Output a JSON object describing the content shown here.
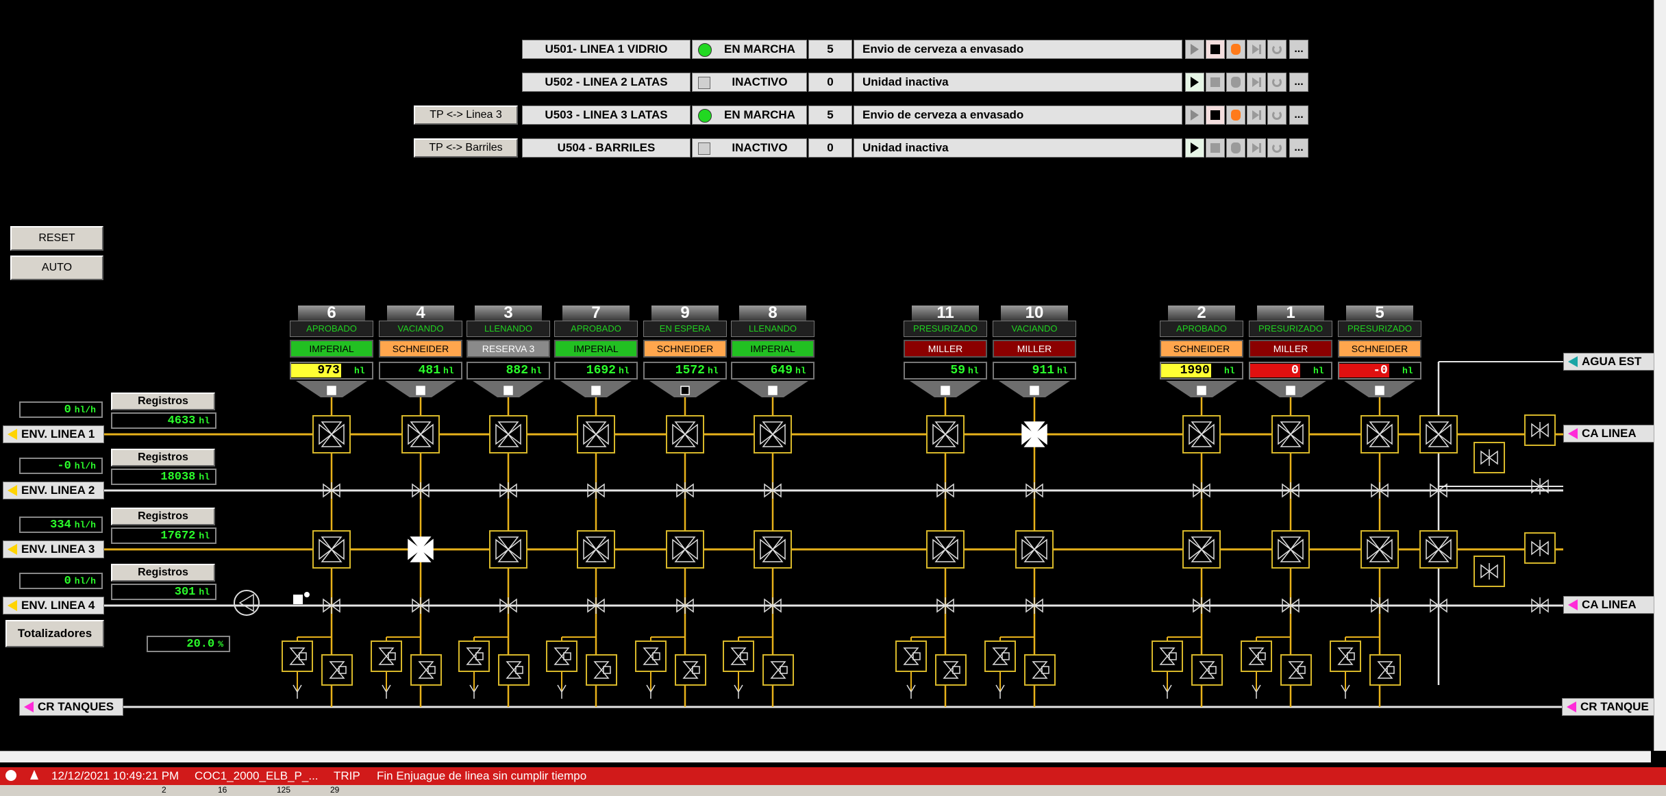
{
  "units": [
    {
      "name": "U501- LINEA 1 VIDRIO",
      "state": "EN MARCHA",
      "running": true,
      "count": "5",
      "message": "Envio de cerveza a envasado",
      "tp_label": ""
    },
    {
      "name": "U502 - LINEA 2 LATAS",
      "state": "INACTIVO",
      "running": false,
      "count": "0",
      "message": "Unidad inactiva",
      "tp_label": ""
    },
    {
      "name": "U503 - LINEA 3 LATAS",
      "state": "EN MARCHA",
      "running": true,
      "count": "5",
      "message": "Envio de cerveza a envasado",
      "tp_label": "TP <-> Linea 3"
    },
    {
      "name": "U504 - BARRILES",
      "state": "INACTIVO",
      "running": false,
      "count": "0",
      "message": "Unidad inactiva",
      "tp_label": "TP <-> Barriles"
    }
  ],
  "buttons": {
    "reset": "RESET",
    "auto": "AUTO",
    "totalizadores": "Totalizadores",
    "registros": "Registros",
    "more": "..."
  },
  "tanks": [
    {
      "num": "6",
      "state": "APROBADO",
      "product": "IMPERIAL",
      "prod_color": "#22c022",
      "volume": "973",
      "vol_style": "hl",
      "unit": "hl"
    },
    {
      "num": "4",
      "state": "VACIANDO",
      "product": "SCHNEIDER",
      "prod_color": "#ffa64d",
      "volume": "481",
      "vol_style": "",
      "unit": "hl"
    },
    {
      "num": "3",
      "state": "LLENANDO",
      "product": "RESERVA 3",
      "prod_color": "#8a8a8a",
      "volume": "882",
      "vol_style": "",
      "unit": "hl"
    },
    {
      "num": "7",
      "state": "APROBADO",
      "product": "IMPERIAL",
      "prod_color": "#22c022",
      "volume": "1692",
      "vol_style": "",
      "unit": "hl"
    },
    {
      "num": "9",
      "state": "EN ESPERA",
      "product": "SCHNEIDER",
      "prod_color": "#ffa64d",
      "volume": "1572",
      "vol_style": "",
      "unit": "hl"
    },
    {
      "num": "8",
      "state": "LLENANDO",
      "product": "IMPERIAL",
      "prod_color": "#22c022",
      "volume": "649",
      "vol_style": "",
      "unit": "hl"
    },
    {
      "num": "11",
      "state": "PRESURIZADO",
      "product": "MILLER",
      "prod_color": "#8b0000",
      "volume": "59",
      "vol_style": "",
      "unit": "hl"
    },
    {
      "num": "10",
      "state": "VACIANDO",
      "product": "MILLER",
      "prod_color": "#8b0000",
      "volume": "911",
      "vol_style": "",
      "unit": "hl"
    },
    {
      "num": "2",
      "state": "APROBADO",
      "product": "SCHNEIDER",
      "prod_color": "#ffa64d",
      "volume": "1990",
      "vol_style": "hl",
      "unit": "hl"
    },
    {
      "num": "1",
      "state": "PRESURIZADO",
      "product": "MILLER",
      "prod_color": "#8b0000",
      "volume": "0",
      "vol_style": "red",
      "unit": "hl"
    },
    {
      "num": "5",
      "state": "PRESURIZADO",
      "product": "SCHNEIDER",
      "prod_color": "#ffa64d",
      "volume": "-0",
      "vol_style": "red",
      "unit": "hl"
    }
  ],
  "lines": [
    {
      "label": "ENV. LINEA 1",
      "flow": "0",
      "flow_unit": "hl/h",
      "total": "4633",
      "total_unit": "hl"
    },
    {
      "label": "ENV. LINEA 2",
      "flow": "-0",
      "flow_unit": "hl/h",
      "total": "18038",
      "total_unit": "hl"
    },
    {
      "label": "ENV. LINEA 3",
      "flow": "334",
      "flow_unit": "hl/h",
      "total": "17672",
      "total_unit": "hl"
    },
    {
      "label": "ENV. LINEA 4",
      "flow": "0",
      "flow_unit": "hl/h",
      "total": "301",
      "total_unit": "hl"
    }
  ],
  "percent": {
    "value": "20.0",
    "unit": "%"
  },
  "right_labels": {
    "agua": "AGUA EST",
    "ca1": "CA LINEA",
    "ca2": "CA LINEA",
    "cr_right": "CR TANQUE"
  },
  "cr_left": "CR TANQUES",
  "alarm": {
    "datetime": "12/12/2021 10:49:21 PM",
    "tag": "COC1_2000_ELB_P_...",
    "type": "TRIP",
    "message": "Fin Enjuague de linea sin cumplir tiempo"
  },
  "status": {
    "a": "2",
    "b": "16",
    "c": "125",
    "d": "29"
  },
  "colors": {
    "pipe": "#e8b21a",
    "valve_border": "#d8b82a",
    "green": "#2bff2b",
    "alarm": "#d11a1a"
  }
}
